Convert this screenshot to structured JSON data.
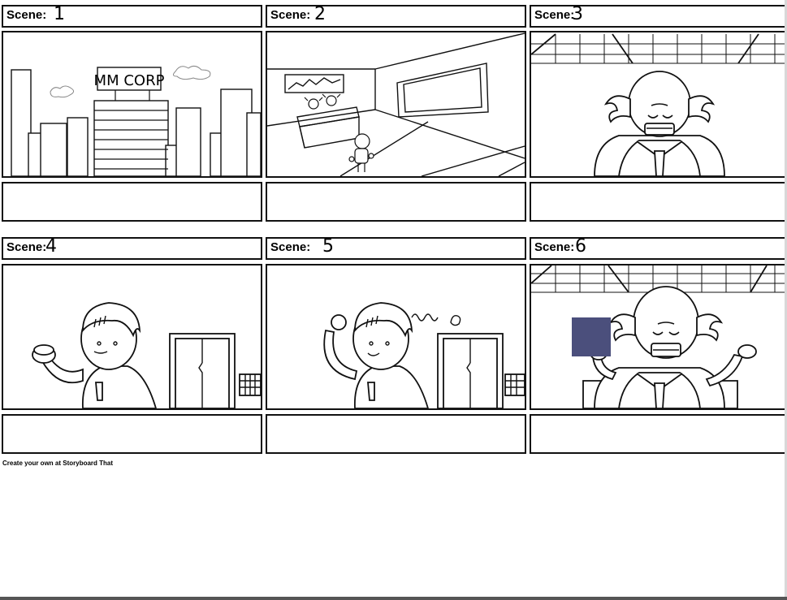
{
  "storyboard": {
    "scene_prefix": "Scene:",
    "scenes": [
      {
        "number": "1",
        "sign_text": "MM CORP",
        "caption": ""
      },
      {
        "number": "2",
        "caption": ""
      },
      {
        "number": "3",
        "caption": ""
      },
      {
        "number": "4",
        "caption": ""
      },
      {
        "number": "5",
        "caption": ""
      },
      {
        "number": "6",
        "caption": ""
      }
    ]
  },
  "footer": {
    "text": "Create your own at Storyboard That"
  },
  "colors": {
    "line": "#111111",
    "blue_square": "#4b4f7c",
    "background": "#ffffff"
  }
}
